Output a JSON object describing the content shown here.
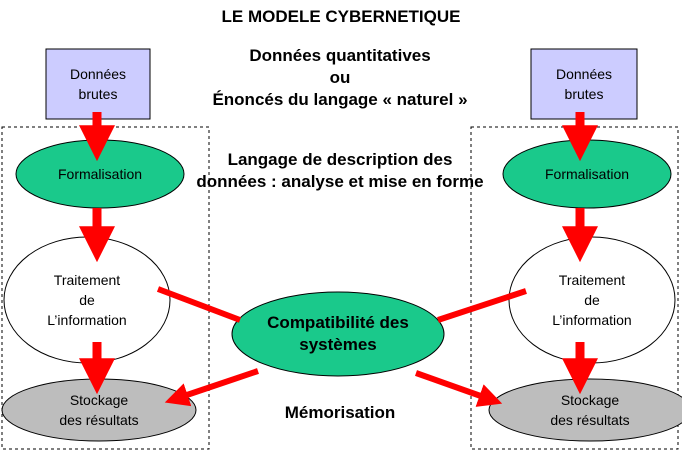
{
  "title": "LE MODELE CYBERNETIQUE",
  "center": {
    "line1": "Données quantitatives",
    "line2": "ou",
    "line3": "Énoncés du langage « naturel »",
    "lang_line1": "Langage de description des",
    "lang_line2": "données : analyse et mise en forme",
    "memorisation": "Mémorisation"
  },
  "left": {
    "raw_data_line1": "Données",
    "raw_data_line2": "brutes",
    "formalisation": "Formalisation",
    "treatment_line1": "Traitement",
    "treatment_line2": "de",
    "treatment_line3": "L’information",
    "storage_line1": "Stockage",
    "storage_line2": "des résultats"
  },
  "right": {
    "raw_data_line1": "Données",
    "raw_data_line2": "brutes",
    "formalisation": "Formalisation",
    "treatment_line1": "Traitement",
    "treatment_line2": "de",
    "treatment_line3": "L’information",
    "storage_line1": "Stockage",
    "storage_line2": "des résultats"
  },
  "hub": {
    "line1": "Compatibilité des",
    "line2": "systèmes"
  },
  "colors": {
    "raw_box": "#ccccff",
    "formalisation": "#1ac98b",
    "hub": "#1ac98b",
    "storage": "#bdbdbd",
    "arrow": "#ff0000"
  }
}
